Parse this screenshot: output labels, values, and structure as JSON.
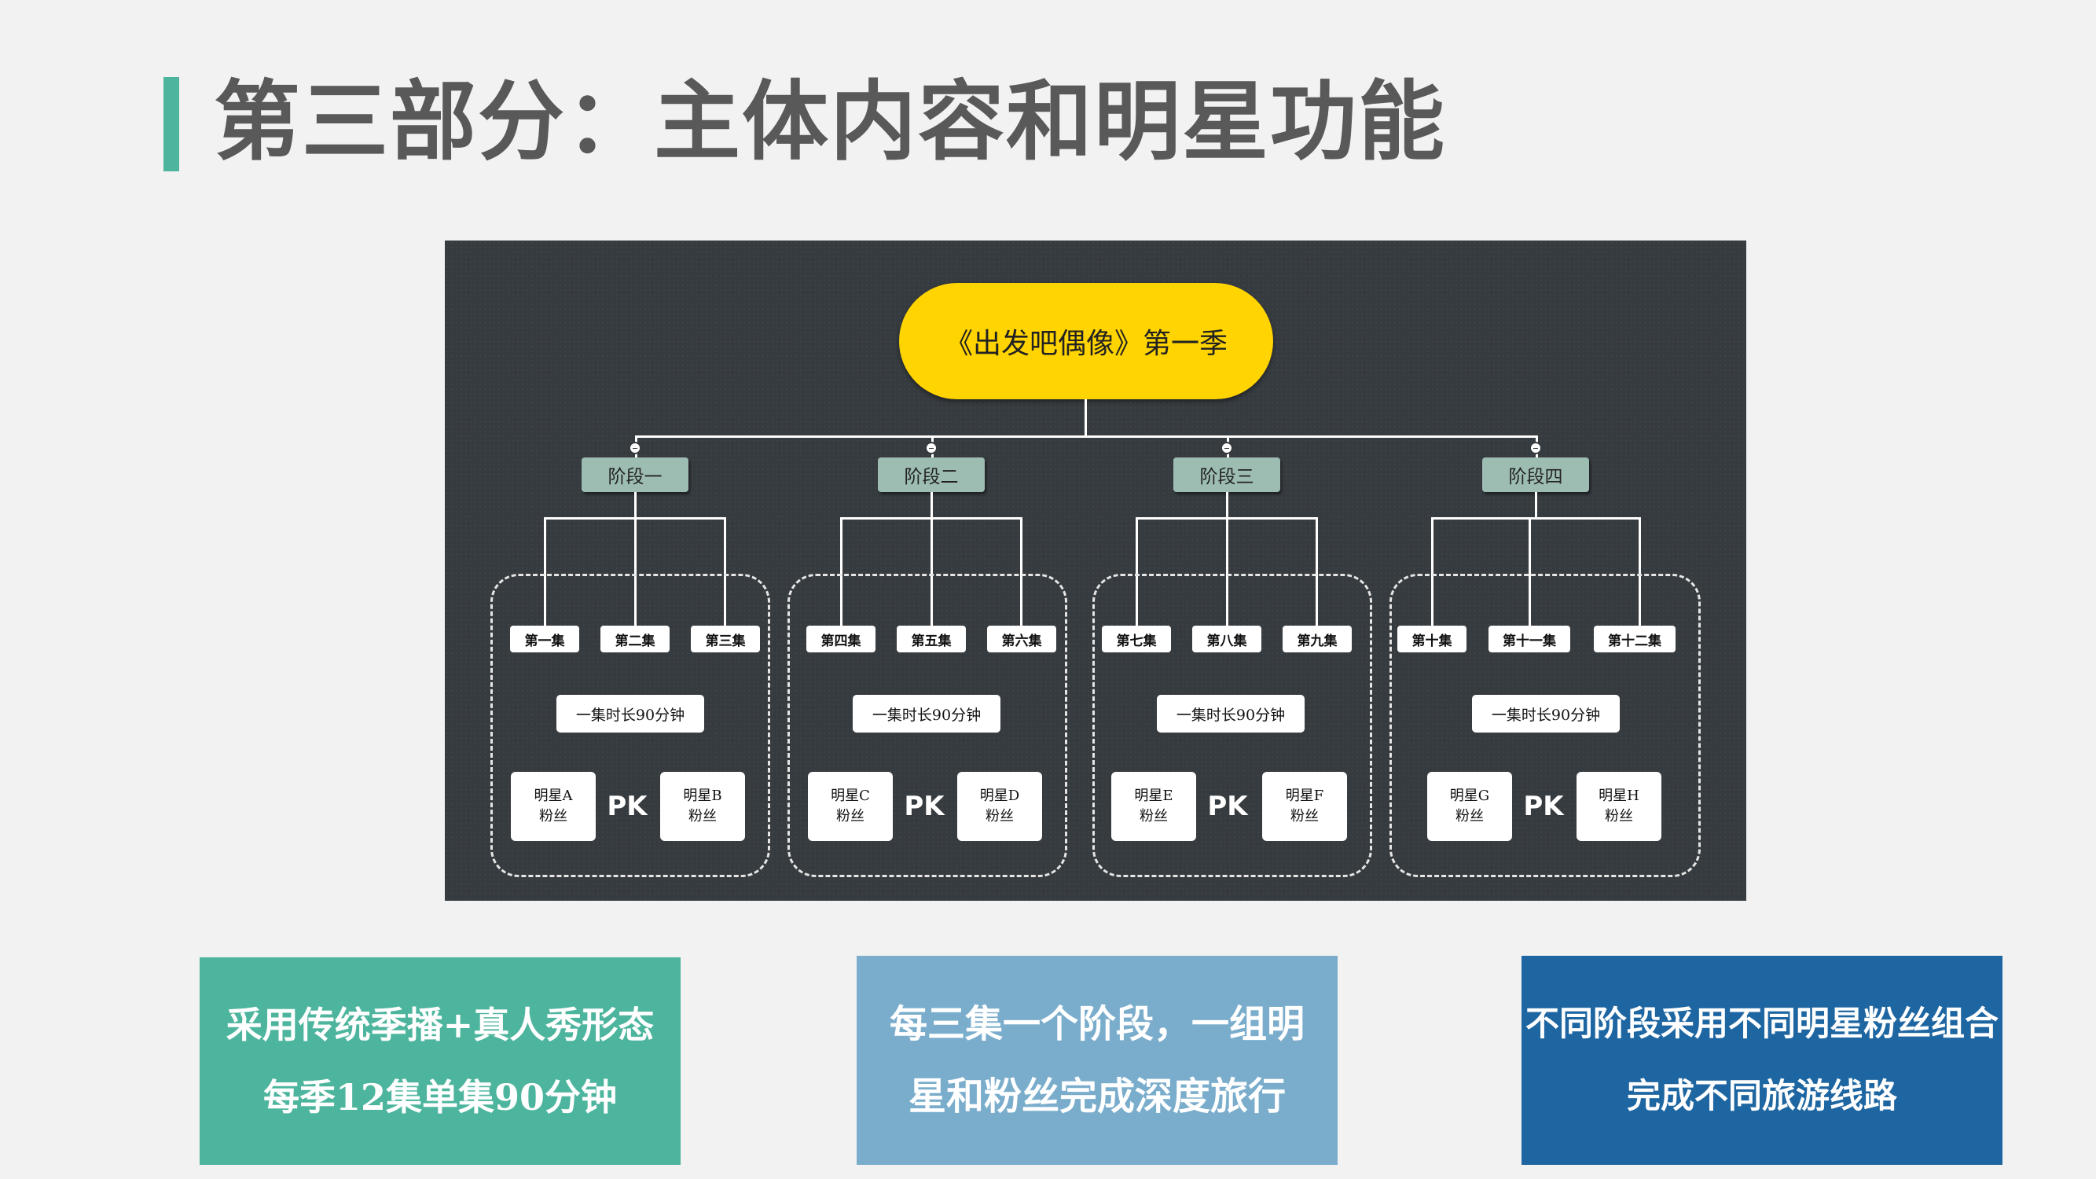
{
  "title": "第三部分：主体内容和明星功能",
  "colors": {
    "accent": "#4db59d",
    "board": "#363b3f",
    "root": "#ffd400",
    "stage": "#9ebdb2",
    "card1": "#4db59d",
    "card2": "#7aadcc",
    "card3": "#1e66a1"
  },
  "diagram": {
    "root": "《出发吧偶像》第一季",
    "stages": [
      {
        "label": "阶段一",
        "episodes": [
          "第一集",
          "第二集",
          "第三集"
        ],
        "duration": "一集时长90分钟",
        "fans": [
          {
            "line1": "明星A",
            "line2": "粉丝"
          },
          {
            "line1": "明星B",
            "line2": "粉丝"
          }
        ],
        "pk": "PK"
      },
      {
        "label": "阶段二",
        "episodes": [
          "第四集",
          "第五集",
          "第六集"
        ],
        "duration": "一集时长90分钟",
        "fans": [
          {
            "line1": "明星C",
            "line2": "粉丝"
          },
          {
            "line1": "明星D",
            "line2": "粉丝"
          }
        ],
        "pk": "PK"
      },
      {
        "label": "阶段三",
        "episodes": [
          "第七集",
          "第八集",
          "第九集"
        ],
        "duration": "一集时长90分钟",
        "fans": [
          {
            "line1": "明星E",
            "line2": "粉丝"
          },
          {
            "line1": "明星F",
            "line2": "粉丝"
          }
        ],
        "pk": "PK"
      },
      {
        "label": "阶段四",
        "episodes": [
          "第十集",
          "第十一集",
          "第十二集"
        ],
        "duration": "一集时长90分钟",
        "fans": [
          {
            "line1": "明星G",
            "line2": "粉丝"
          },
          {
            "line1": "明星H",
            "line2": "粉丝"
          }
        ],
        "pk": "PK"
      }
    ]
  },
  "cards": [
    {
      "line1": "采用传统季播+真人秀形态",
      "line2": "每季12集单集90分钟"
    },
    {
      "line1": "每三集一个阶段，一组明",
      "line2": "星和粉丝完成深度旅行"
    },
    {
      "line1": "不同阶段采用不同明星粉丝组合",
      "line2": "完成不同旅游线路"
    }
  ]
}
